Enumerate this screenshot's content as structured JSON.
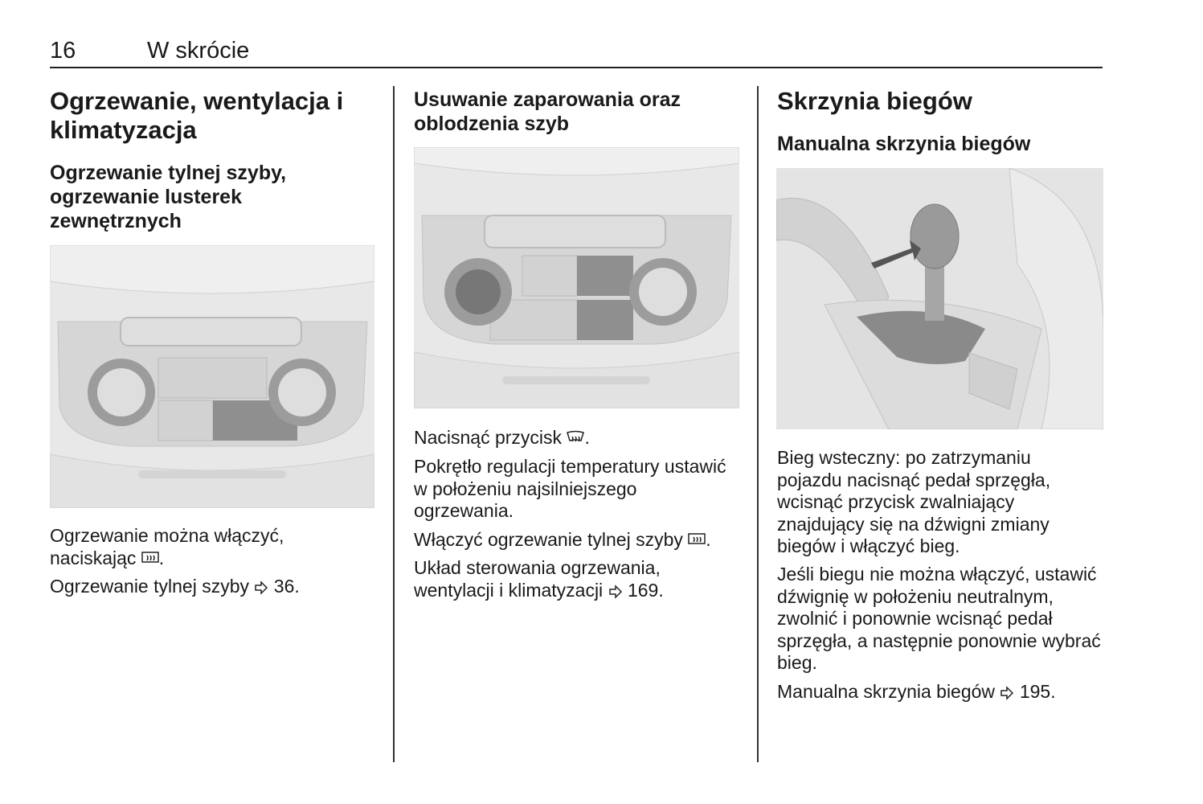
{
  "header": {
    "page_number": "16",
    "section": "W skrócie"
  },
  "col1": {
    "title": "Ogrzewanie, wentylacja i klimatyzacja",
    "subtitle": "Ogrzewanie tylnej szyby, ogrzewanie lusterek zewnętrznych",
    "p1_a": "Ogrzewanie można włączyć, naciskając ",
    "p1_b": ".",
    "p2_a": "Ogrzewanie tylnej szyby ",
    "p2_b": " 36."
  },
  "col2": {
    "title": "Usuwanie zaparowania oraz oblodzenia szyb",
    "p1_a": "Nacisnąć przycisk ",
    "p1_b": ".",
    "p2": "Pokrętło regulacji temperatury ustawić w położeniu najsilniejszego ogrzewania.",
    "p3_a": "Włączyć ogrzewanie tylnej szyby ",
    "p3_b": ".",
    "p4_a": "Układ sterowania ogrzewania, wentylacji i klimatyzacji ",
    "p4_b": " 169."
  },
  "col3": {
    "title": "Skrzynia biegów",
    "subtitle": "Manualna skrzynia biegów",
    "p1": "Bieg wsteczny: po zatrzymaniu pojazdu nacisnąć pedał sprzęgła, wcisnąć przycisk zwalniający znajdujący się na dźwigni zmiany biegów i włączyć bieg.",
    "p2": "Jeśli biegu nie można włączyć, ustawić dźwignię w położeniu neutralnym, zwolnić i ponownie wcisnąć pedał sprzęgła, a następnie ponownie wybrać bieg.",
    "p3_a": "Manualna skrzynia biegów ",
    "p3_b": " 195."
  }
}
